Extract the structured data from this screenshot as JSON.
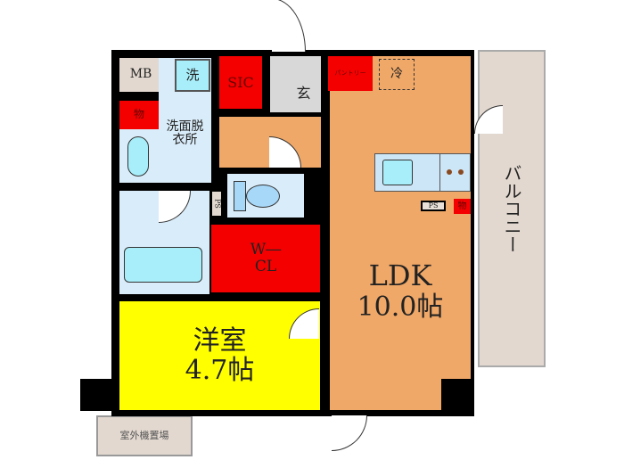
{
  "rooms": {
    "mb": "MB",
    "washer": "洗",
    "storage1": "物",
    "washroom": "洗面脱\n衣所",
    "sic": "SIC",
    "entrance": "玄",
    "pantry": "パントリー",
    "fridge": "冷",
    "ps1": "PS",
    "ps2": "PS",
    "storage2": "物",
    "wcl": "W―\nCL",
    "western_room": "洋室",
    "western_size": "4.7帖",
    "ldk": "LDK",
    "ldk_size": "10.0帖",
    "balcony": "バルコニー",
    "outdoor_unit": "室外機置場"
  },
  "colors": {
    "wall": "#000000",
    "storage": "#f40000",
    "ldk": "#f0a868",
    "western": "#ffff00",
    "wet_area": "#d9ecf9",
    "balcony": "#e2d8cf"
  }
}
